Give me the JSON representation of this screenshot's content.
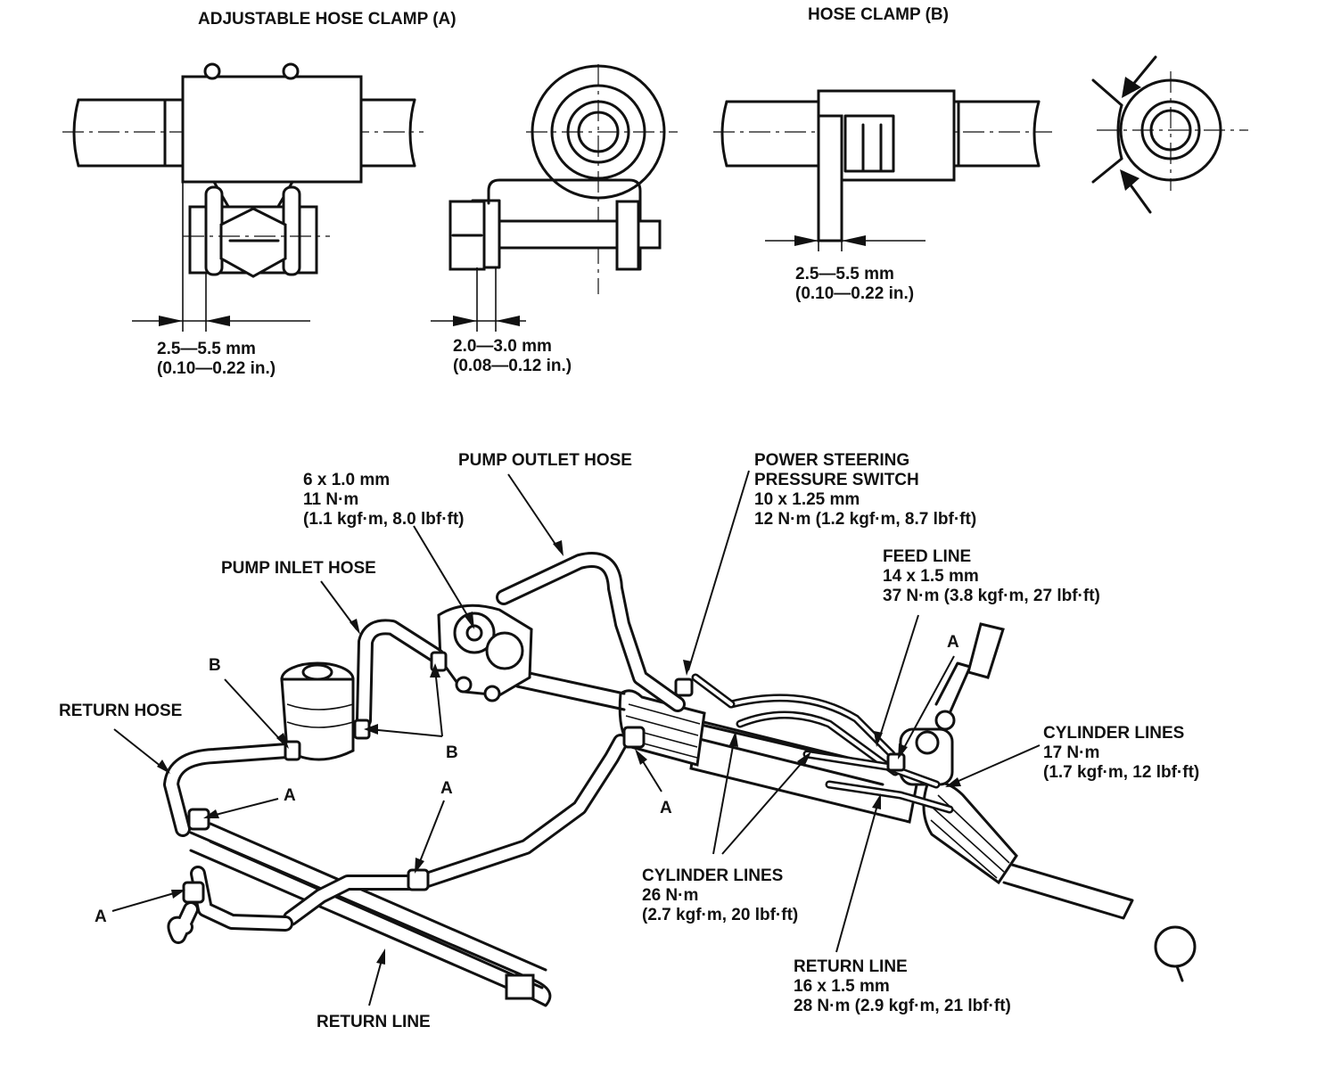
{
  "details": {
    "clamp_a_title": "ADJUSTABLE HOSE CLAMP (A)",
    "clamp_b_title": "HOSE CLAMP (B)",
    "clamp_a_gap_mm": "2.5—5.5 mm",
    "clamp_a_gap_in": "(0.10—0.22 in.)",
    "clamp_a_end_gap_mm": "2.0—3.0 mm",
    "clamp_a_end_gap_in": "(0.08—0.12 in.)",
    "clamp_b_gap_mm": "2.5—5.5 mm",
    "clamp_b_gap_in": "(0.10—0.22 in.)"
  },
  "labels": {
    "pump_outlet_hose": "PUMP OUTLET HOSE",
    "pump_bolt_size": "6 x 1.0 mm",
    "pump_bolt_torque": "11 N·m",
    "pump_bolt_torque_alt": "(1.1 kgf·m, 8.0 lbf·ft)",
    "ps_switch_1": "POWER STEERING",
    "ps_switch_2": "PRESSURE SWITCH",
    "ps_switch_size": "10 x 1.25 mm",
    "ps_switch_torque": "12 N·m (1.2 kgf·m, 8.7 lbf·ft)",
    "pump_inlet_hose": "PUMP INLET HOSE",
    "feed_line": "FEED LINE",
    "feed_line_size": "14 x 1.5 mm",
    "feed_line_torque": "37 N·m (3.8 kgf·m, 27 lbf·ft)",
    "return_hose": "RETURN HOSE",
    "cylinder_lines_right": "CYLINDER LINES",
    "cylinder_lines_right_torque": "17 N·m",
    "cylinder_lines_right_torque_alt": "(1.7 kgf·m, 12 lbf·ft)",
    "cylinder_lines_center": "CYLINDER LINES",
    "cylinder_lines_center_torque": "26 N·m",
    "cylinder_lines_center_torque_alt": "(2.7 kgf·m, 20 lbf·ft)",
    "return_line_right": "RETURN LINE",
    "return_line_right_size": "16 x 1.5 mm",
    "return_line_right_torque": "28 N·m (2.9 kgf·m, 21 lbf·ft)",
    "return_line_bottom": "RETURN LINE"
  },
  "callouts": {
    "a_steering_top": "A",
    "b_reservoir": "B",
    "b_pump": "B",
    "a_return_hose": "A",
    "a_lower_hose": "A",
    "a_cooler_left": "A",
    "a_center": "A"
  }
}
